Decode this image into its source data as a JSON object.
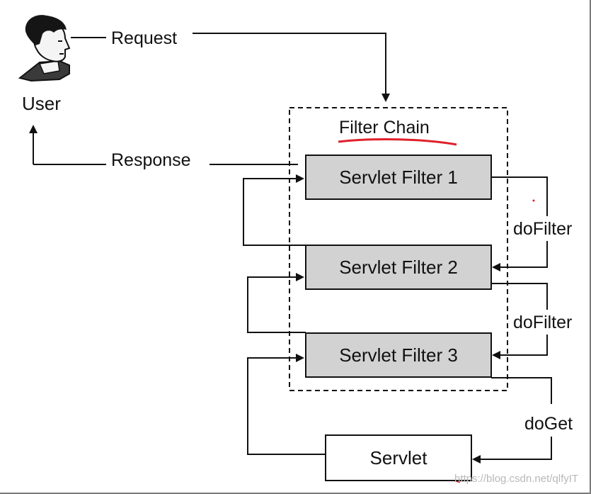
{
  "actor": {
    "label": "User",
    "icon": "user-head-icon"
  },
  "flows": {
    "request": "Request",
    "response": "Response"
  },
  "chain": {
    "title": "Filter Chain",
    "filters": [
      "Servlet Filter 1",
      "Servlet Filter 2",
      "Servlet Filter 3"
    ]
  },
  "servlet": {
    "label": "Servlet"
  },
  "connectors": {
    "do_filter_1": "doFilter",
    "do_filter_2": "doFilter",
    "do_get": "doGet"
  },
  "watermark": "https://blog.csdn.net/qlfyIT",
  "colors": {
    "filter_fill": "#d2d2d2",
    "line": "#111111",
    "annotation_red": "#e0202a"
  }
}
